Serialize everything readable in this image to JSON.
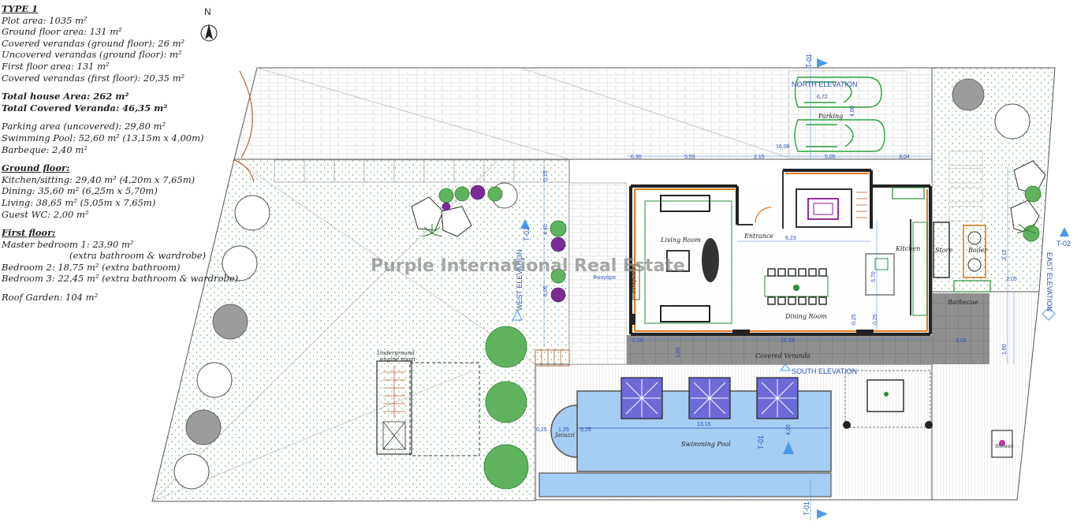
{
  "legend": {
    "type_title": "TYPE 1",
    "plot_area": "Plot area: 1035 m²",
    "ground_floor_area": "Ground floor area: 131 m²",
    "covered_verandas_ground": "Covered verandas (ground floor): 26 m²",
    "uncovered_verandas_ground": "Uncovered verandas (ground floor):  m²",
    "first_floor_area": "First floor area: 131 m²",
    "covered_verandas_first": "Covered verandas (first floor): 20,35 m²",
    "total_house_area": "Total house Area: 262 m²",
    "total_covered_veranda": "Total Covered Veranda: 46,35 m²",
    "parking_area": "Parking area (uncovered): 29,80 m²",
    "swimming_pool": "Swimming Pool: 52,60 m² (13,15m x 4,00m)",
    "barbeque": "Barbeque: 2,40 m²",
    "ground_floor_heading": "Ground floor:",
    "kitchen": "Kitchen/sitting: 29,40 m² (4,20m x 7,65m)",
    "dining": "Dining: 35,60 m² (6,25m x 5,70m)",
    "living": "Living: 38,65 m² (5,05m x 7,65m)",
    "guest_wc": "Guest WC: 2,00 m²",
    "first_floor_heading": "First floor:",
    "master_bedroom": "Master bedroom 1: 23,90 m²",
    "master_note": "(extra bathroom & wardrobe)",
    "bedroom2": "Bedroom 2: 18,75 m² (extra bathroom)",
    "bedroom3": "Bedroom 3: 22,45 m² (extra bathroom & wardrobe)",
    "roof_garden": "Roof Garden: 104 m²"
  },
  "compass": {
    "label": "N"
  },
  "rooms": {
    "living_room": "Living Room",
    "entrance": "Entrance",
    "kitchen": "Kitchen",
    "store": "Store",
    "boiler": "Boiler",
    "dining_room": "Dining Room",
    "fireplace": "Fireplace",
    "fireplace_greek": "Φουγάρο",
    "barbecue": "Barbecue",
    "covered_veranda": "Covered Veranda",
    "parking": "Parking",
    "swimming_pool": "Swimming Pool",
    "jacuzzi": "Jacuzzi",
    "underground": "Underground",
    "engine_room": "engine room",
    "shower": "Shower"
  },
  "elevations": {
    "north": "NORTH ELEVATION",
    "south": "SOUTH ELEVATION",
    "east": "EAST ELEVATION",
    "west": "WEST ELEVATION",
    "t02": "T-02",
    "t01": "T-01"
  },
  "dimensions": {
    "d0_30": "0,30",
    "d5_55": "5,55",
    "d2_15": "2,15",
    "d16_08": "16,08",
    "d5_05": "5,05",
    "d3_04": "3,04",
    "d6_72": "6,72",
    "d4_60": "4,60",
    "d6_23": "6,23",
    "d5_70": "5,70",
    "d15_99": "15,99",
    "d0_25": "0,25",
    "d3_08": "3,08",
    "d13_15": "13,15",
    "d1_25": "1,25",
    "d4_00": "4,00",
    "d1_60": "1,60",
    "d0_20": "0,20",
    "d4_40": "4,40",
    "d3_15": "3,15",
    "d2_05": "2,05",
    "d6_05": "6,05",
    "d0_15": "0,15"
  },
  "watermark": "Purple International Real Estate"
}
